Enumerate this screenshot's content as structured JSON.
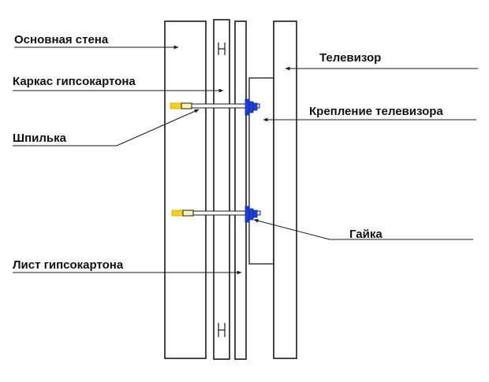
{
  "labels": {
    "main_wall": "Основная стена",
    "drywall_frame": "Каркас гипсокартона",
    "stud": "Шпилька",
    "drywall_sheet": "Лист гипсокартона",
    "tv": "Телевизор",
    "tv_mount": "Крепление телевизора",
    "nut": "Гайка"
  },
  "colors": {
    "stroke": "#1a1a1a",
    "stud_tip": "#f4d21c",
    "nut": "#1f3fd6"
  }
}
